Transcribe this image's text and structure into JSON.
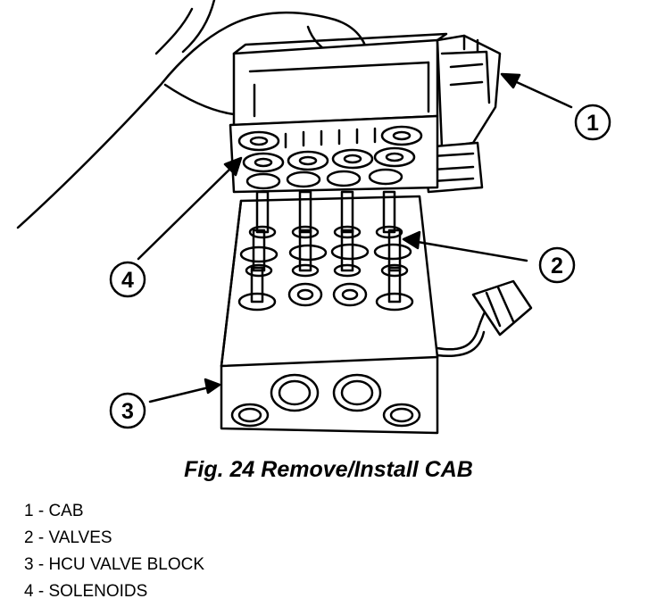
{
  "figure": {
    "caption": "Fig. 24 Remove/Install CAB",
    "callouts": [
      {
        "number": "1",
        "label": "CAB"
      },
      {
        "number": "2",
        "label": "VALVES"
      },
      {
        "number": "3",
        "label": "HCU VALVE BLOCK"
      },
      {
        "number": "4",
        "label": "SOLENOIDS"
      }
    ]
  },
  "legend": [
    {
      "text": "1 - CAB"
    },
    {
      "text": "2 - VALVES"
    },
    {
      "text": "3 - HCU VALVE BLOCK"
    },
    {
      "text": "4 - SOLENOIDS"
    }
  ]
}
